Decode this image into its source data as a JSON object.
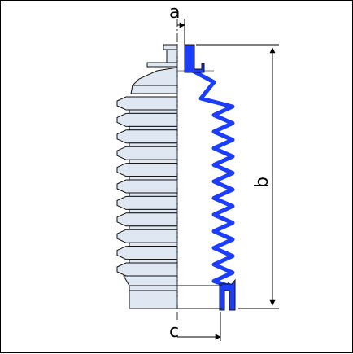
{
  "drawing": {
    "label_a": "a",
    "label_b": "b",
    "label_c": "c",
    "colors": {
      "outline": "#111111",
      "fill_left": "#dfe8f2",
      "profile": "#1a3dff",
      "dimension": "#000000",
      "centerline": "#333333"
    }
  }
}
